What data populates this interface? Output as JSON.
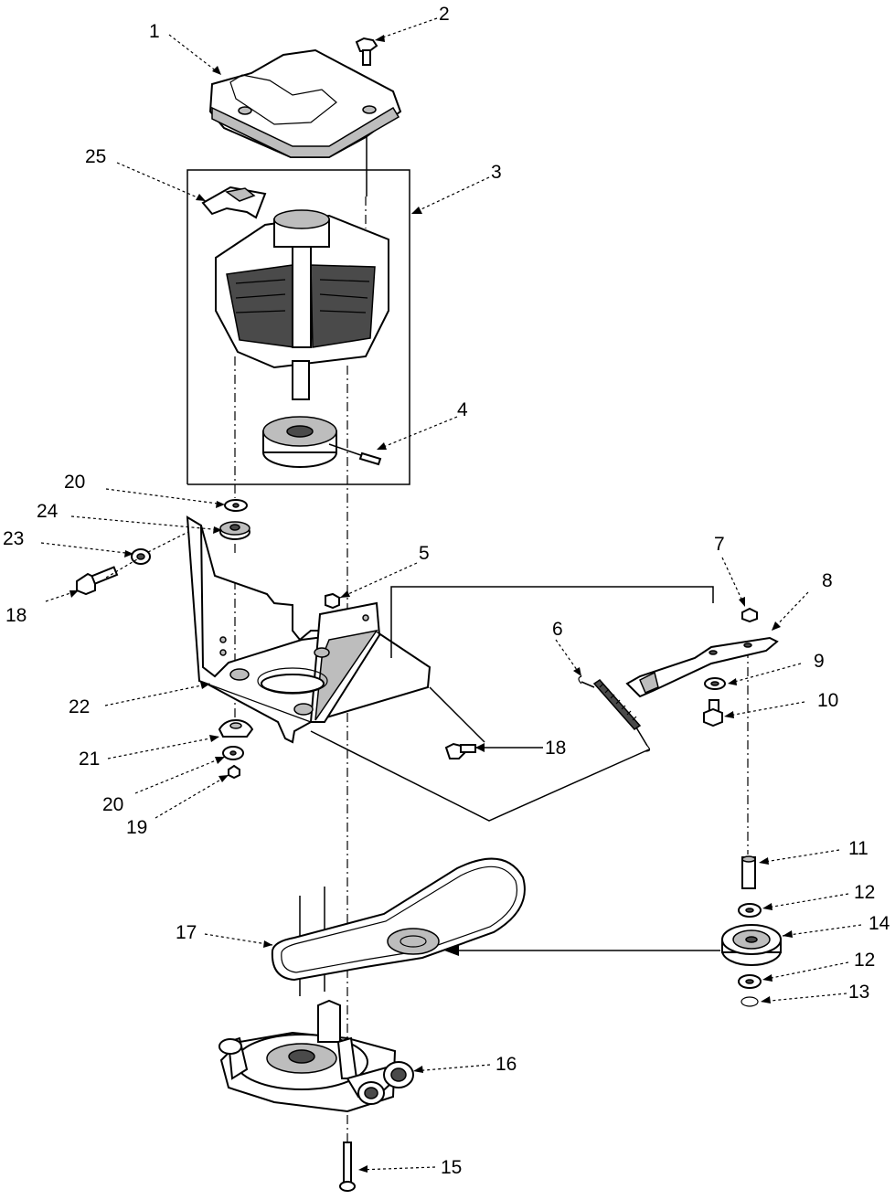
{
  "callouts": [
    {
      "id": "c1",
      "label": "1"
    },
    {
      "id": "c2",
      "label": "2"
    },
    {
      "id": "c3",
      "label": "3"
    },
    {
      "id": "c4",
      "label": "4"
    },
    {
      "id": "c5",
      "label": "5"
    },
    {
      "id": "c6",
      "label": "6"
    },
    {
      "id": "c7",
      "label": "7"
    },
    {
      "id": "c8",
      "label": "8"
    },
    {
      "id": "c9",
      "label": "9"
    },
    {
      "id": "c10",
      "label": "10"
    },
    {
      "id": "c11",
      "label": "11"
    },
    {
      "id": "c12a",
      "label": "12"
    },
    {
      "id": "c12b",
      "label": "12"
    },
    {
      "id": "c13",
      "label": "13"
    },
    {
      "id": "c14",
      "label": "14"
    },
    {
      "id": "c15",
      "label": "15"
    },
    {
      "id": "c16",
      "label": "16"
    },
    {
      "id": "c17",
      "label": "17"
    },
    {
      "id": "c18a",
      "label": "18"
    },
    {
      "id": "c18b",
      "label": "18"
    },
    {
      "id": "c19",
      "label": "19"
    },
    {
      "id": "c20a",
      "label": "20"
    },
    {
      "id": "c20b",
      "label": "20"
    },
    {
      "id": "c21",
      "label": "21"
    },
    {
      "id": "c22",
      "label": "22"
    },
    {
      "id": "c23",
      "label": "23"
    },
    {
      "id": "c24",
      "label": "24"
    },
    {
      "id": "c25",
      "label": "25"
    }
  ]
}
